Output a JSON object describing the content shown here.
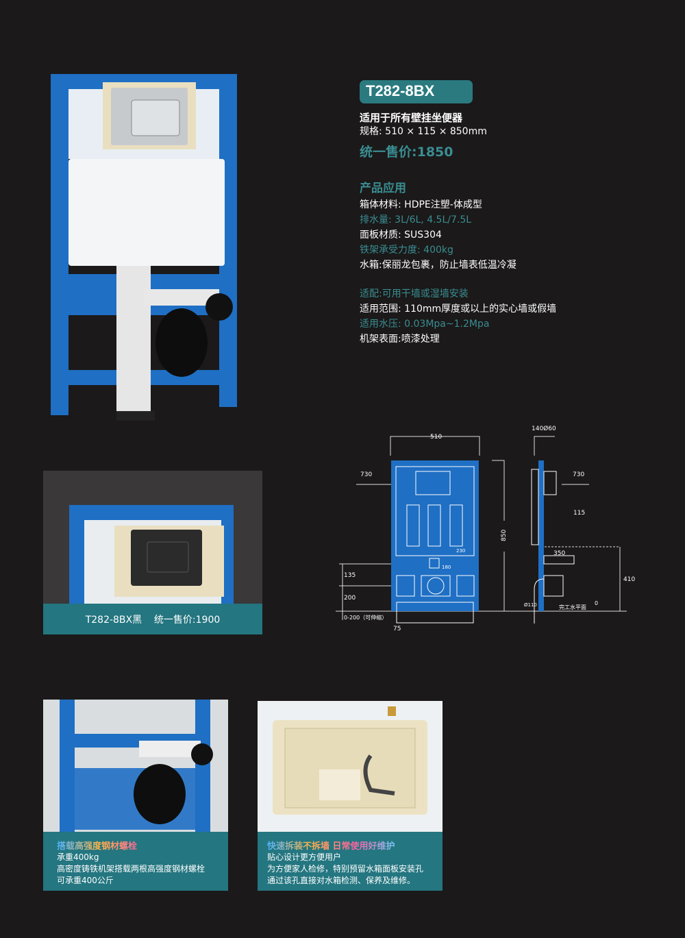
{
  "product": {
    "model": "T282-8BX",
    "subtitle": "适用于所有壁挂坐便器",
    "spec": "规格: 510 × 115 × 850mm",
    "price": "统一售价:1850"
  },
  "application": {
    "heading": "产品应用",
    "lines": [
      "箱体材料: HDPE注塑-体成型",
      "排水量: 3L/6L, 4.5L/7.5L",
      "面板材质: SUS304",
      "铁架承受力度: 400kg",
      "水箱:保丽龙包裹，防止墙表低温冷凝"
    ],
    "lines2": [
      "适配:可用干墙或湿墙安装",
      "适用范围: 110mm厚度或以上的实心墙或假墙",
      "适用水压: 0.03Mpa~1.2Mpa",
      "机架表面:喷漆处理"
    ]
  },
  "variant": {
    "caption": "T282-8BX黑    统一售价:1900"
  },
  "diagram": {
    "w510": "510",
    "d140": "140Ø60",
    "h730a": "730",
    "h730b": "730",
    "d115": "115",
    "h850": "850",
    "d230": "230",
    "d180": "180",
    "d350": "350",
    "h410": "410",
    "h135": "135",
    "h200": "200",
    "adj": "0-200（可伸缩）",
    "d75": "75",
    "pipe": "Ø110",
    "floor": "完工水平面",
    "zero": "0"
  },
  "features": [
    {
      "title": "搭载高强度钢材螺栓",
      "lines": [
        "承重400kg",
        "高密度铸铁机架搭载两根高强度钢材螺栓",
        "可承重400公斤"
      ]
    },
    {
      "title": "快速拆装不拆墙 日常使用好维护",
      "lines": [
        "贴心设计更方便用户",
        "为方便家人检修，特别预留水箱面板安装孔",
        "通过该孔直接对水箱检测、保养及维修。"
      ]
    }
  ],
  "colors": {
    "teal": "#2a7a80",
    "frame_blue": "#1f6fc4",
    "bg": "#1b1919"
  }
}
